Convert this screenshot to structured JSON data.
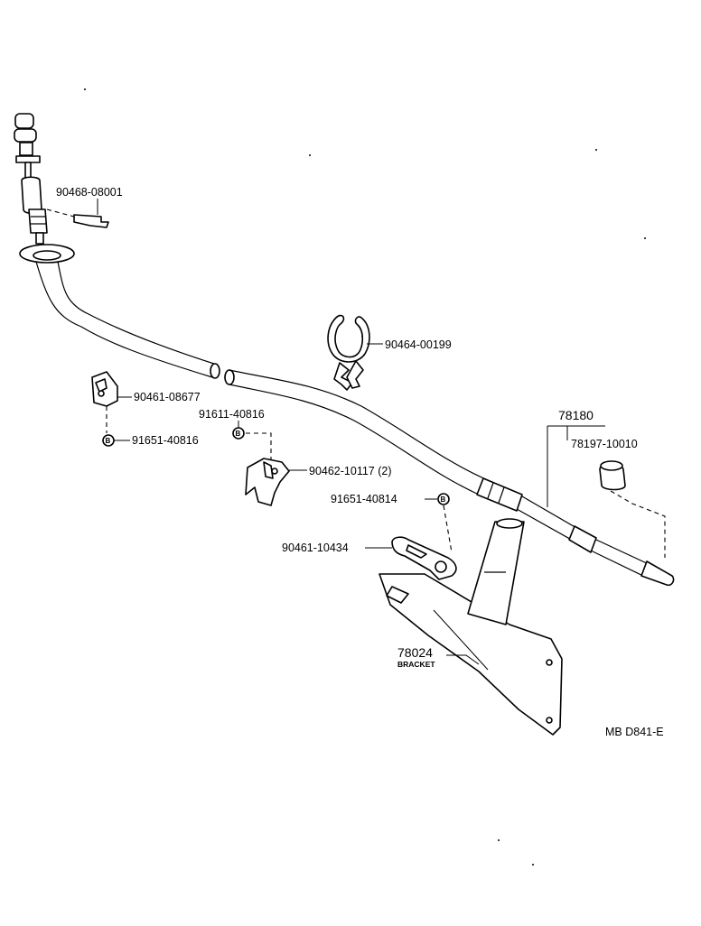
{
  "diagram_code": "MB D841-E",
  "parts": {
    "clip_top": "90468-08001",
    "clamp_ring": "90464-00199",
    "clamp_left": "90461-08677",
    "bolt_left": "91651-40816",
    "bolt_mid": "91611-40816",
    "clamp_mid": "90462-10117 (2)",
    "bolt_right": "91651-40814",
    "clamp_lower": "90461-10434",
    "assembly": "78180",
    "sleeve": "78197-10010",
    "bracket_number": "78024",
    "bracket_name": "BRACKET"
  },
  "bolt_marker": "B"
}
